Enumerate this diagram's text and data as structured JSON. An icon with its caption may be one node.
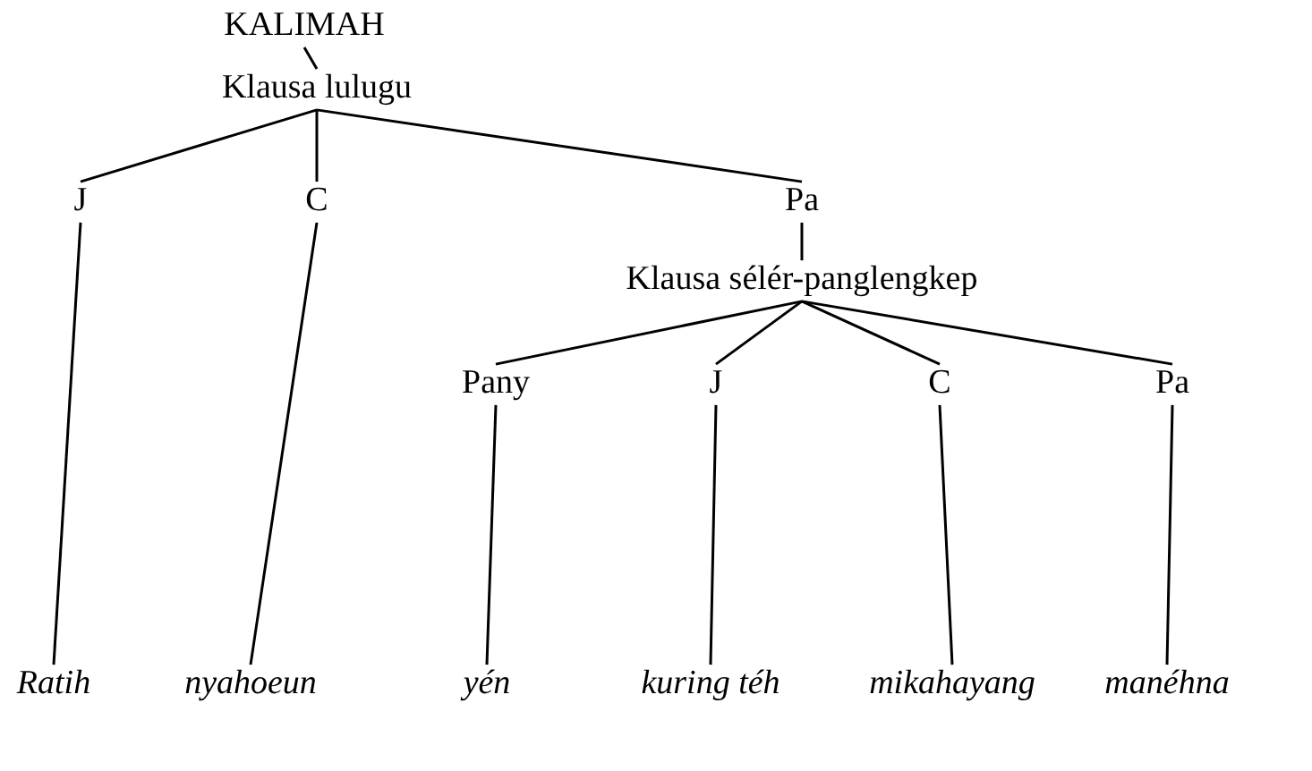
{
  "diagram": {
    "nodes": [
      {
        "text": [
          "KALIMAH"
        ]
      },
      {
        "text": [
          "Klausa lulugu"
        ]
      },
      {
        "text": [
          "J"
        ]
      },
      {
        "text": [
          "C"
        ]
      },
      {
        "text": [
          "Pa"
        ]
      },
      {
        "text": [
          "Klausa sélér-panglengkep"
        ]
      },
      {
        "text": [
          "Pany"
        ]
      },
      {
        "text": [
          "J"
        ]
      },
      {
        "text": [
          "C"
        ]
      },
      {
        "text": [
          "Pa"
        ]
      },
      {
        "text": [
          "Ratih"
        ]
      },
      {
        "text": [
          "nyahoeun"
        ]
      },
      {
        "text": [
          "yén"
        ]
      },
      {
        "text": [
          "kuring téh"
        ]
      },
      {
        "text": [
          "mikahayang"
        ]
      },
      {
        "text": [
          "manéhna"
        ]
      }
    ],
    "edges": [
      {
        "from": 0,
        "to": 1,
        "arrow": "none"
      },
      {
        "from": 1,
        "to": 2,
        "arrow": "none"
      },
      {
        "from": 1,
        "to": 3,
        "arrow": "none"
      },
      {
        "from": 1,
        "to": 4,
        "arrow": "none"
      },
      {
        "from": 4,
        "to": 5,
        "arrow": "none"
      },
      {
        "from": 5,
        "to": 6,
        "arrow": "none"
      },
      {
        "from": 5,
        "to": 7,
        "arrow": "none"
      },
      {
        "from": 5,
        "to": 8,
        "arrow": "none"
      },
      {
        "from": 5,
        "to": 9,
        "arrow": "none"
      },
      {
        "from": 2,
        "to": 10,
        "arrow": "none"
      },
      {
        "from": 3,
        "to": 11,
        "arrow": "none"
      },
      {
        "from": 6,
        "to": 12,
        "arrow": "none"
      },
      {
        "from": 7,
        "to": 13,
        "arrow": "none"
      },
      {
        "from": 8,
        "to": 14,
        "arrow": "none"
      },
      {
        "from": 9,
        "to": 15,
        "arrow": "none"
      }
    ]
  }
}
